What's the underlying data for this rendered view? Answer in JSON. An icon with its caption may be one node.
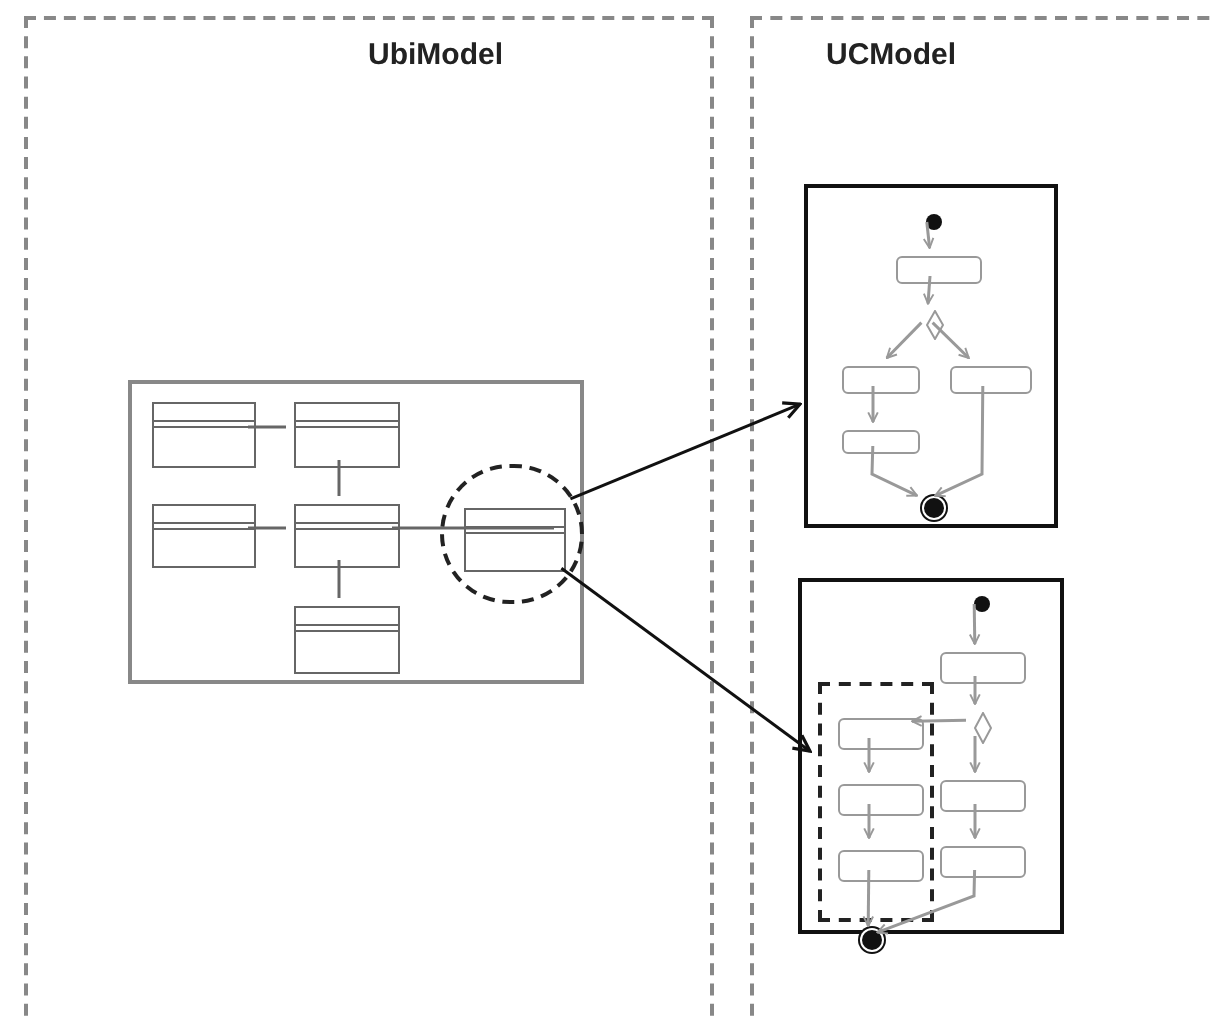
{
  "diagram": {
    "nodes": [
      {
        "text": [
          "UbiModel"
        ]
      },
      {
        "text": [
          "UCModel"
        ]
      },
      {
        "text": [],
        "shape": "box",
        "in": 0
      },
      {
        "text": [],
        "shape": "box",
        "in": 2
      },
      {
        "text": [],
        "shape": "box",
        "in": 2
      },
      {
        "text": [],
        "shape": "box",
        "in": 2
      },
      {
        "text": [],
        "shape": "box",
        "in": 2
      },
      {
        "text": [],
        "shape": "circle",
        "in": 2
      },
      {
        "text": [],
        "shape": "box",
        "in": 7
      },
      {
        "text": [],
        "shape": "box",
        "in": 2
      },
      {
        "text": [],
        "shape": "box",
        "in": 1
      },
      {
        "text": [],
        "shape": "circle",
        "in": 10
      },
      {
        "text": [],
        "shape": "box",
        "in": 10
      },
      {
        "text": [],
        "shape": "diamond",
        "in": 10
      },
      {
        "text": [],
        "shape": "box",
        "in": 10
      },
      {
        "text": [],
        "shape": "box",
        "in": 10
      },
      {
        "text": [],
        "shape": "box",
        "in": 10
      },
      {
        "text": [],
        "shape": "circle",
        "in": 10
      },
      {
        "text": [],
        "shape": "box",
        "in": 1
      },
      {
        "text": [],
        "shape": "circle",
        "in": 18
      },
      {
        "text": [],
        "shape": "box",
        "in": 18
      },
      {
        "text": [],
        "shape": "box",
        "in": 18
      },
      {
        "text": [],
        "shape": "diamond",
        "in": 18
      },
      {
        "text": [],
        "shape": "box",
        "in": 21
      },
      {
        "text": [],
        "shape": "box",
        "in": 21
      },
      {
        "text": [],
        "shape": "box",
        "in": 21
      },
      {
        "text": [],
        "shape": "box",
        "in": 18
      },
      {
        "text": [],
        "shape": "box",
        "in": 18
      },
      {
        "text": [],
        "shape": "circle",
        "in": 1
      }
    ],
    "edges": [
      {
        "from": 3,
        "to": 4,
        "arrow": "none",
        "color": "#666666"
      },
      {
        "from": 4,
        "to": 6,
        "arrow": "none",
        "color": "#666666"
      },
      {
        "from": 5,
        "to": 6,
        "arrow": "none",
        "color": "#666666"
      },
      {
        "from": 6,
        "to": 8,
        "arrow": "none",
        "color": "#666666"
      },
      {
        "from": 6,
        "to": 9,
        "arrow": "none",
        "color": "#666666"
      },
      {
        "from": 7,
        "to": 10,
        "arrow": "to",
        "color": "#111111"
      },
      {
        "from": 7,
        "to": 21,
        "arrow": "to",
        "color": "#111111"
      },
      {
        "from": 11,
        "to": 12,
        "arrow": "to"
      },
      {
        "from": 12,
        "to": 13,
        "arrow": "to"
      },
      {
        "from": 13,
        "to": 14,
        "arrow": "to"
      },
      {
        "from": 13,
        "to": 15,
        "arrow": "to"
      },
      {
        "from": 14,
        "to": 16,
        "arrow": "to"
      },
      {
        "from": 16,
        "to": 17,
        "arrow": "to"
      },
      {
        "from": 15,
        "to": 17,
        "arrow": "to"
      },
      {
        "from": 19,
        "to": 20,
        "arrow": "to"
      },
      {
        "from": 20,
        "to": 22,
        "arrow": "to"
      },
      {
        "from": 22,
        "to": 23,
        "arrow": "to"
      },
      {
        "from": 22,
        "to": 26,
        "arrow": "to"
      },
      {
        "from": 23,
        "to": 24,
        "arrow": "to"
      },
      {
        "from": 24,
        "to": 25,
        "arrow": "to"
      },
      {
        "from": 26,
        "to": 27,
        "arrow": "to"
      },
      {
        "from": 25,
        "to": 28,
        "arrow": "to"
      },
      {
        "from": 27,
        "to": 28,
        "arrow": "to"
      }
    ]
  }
}
